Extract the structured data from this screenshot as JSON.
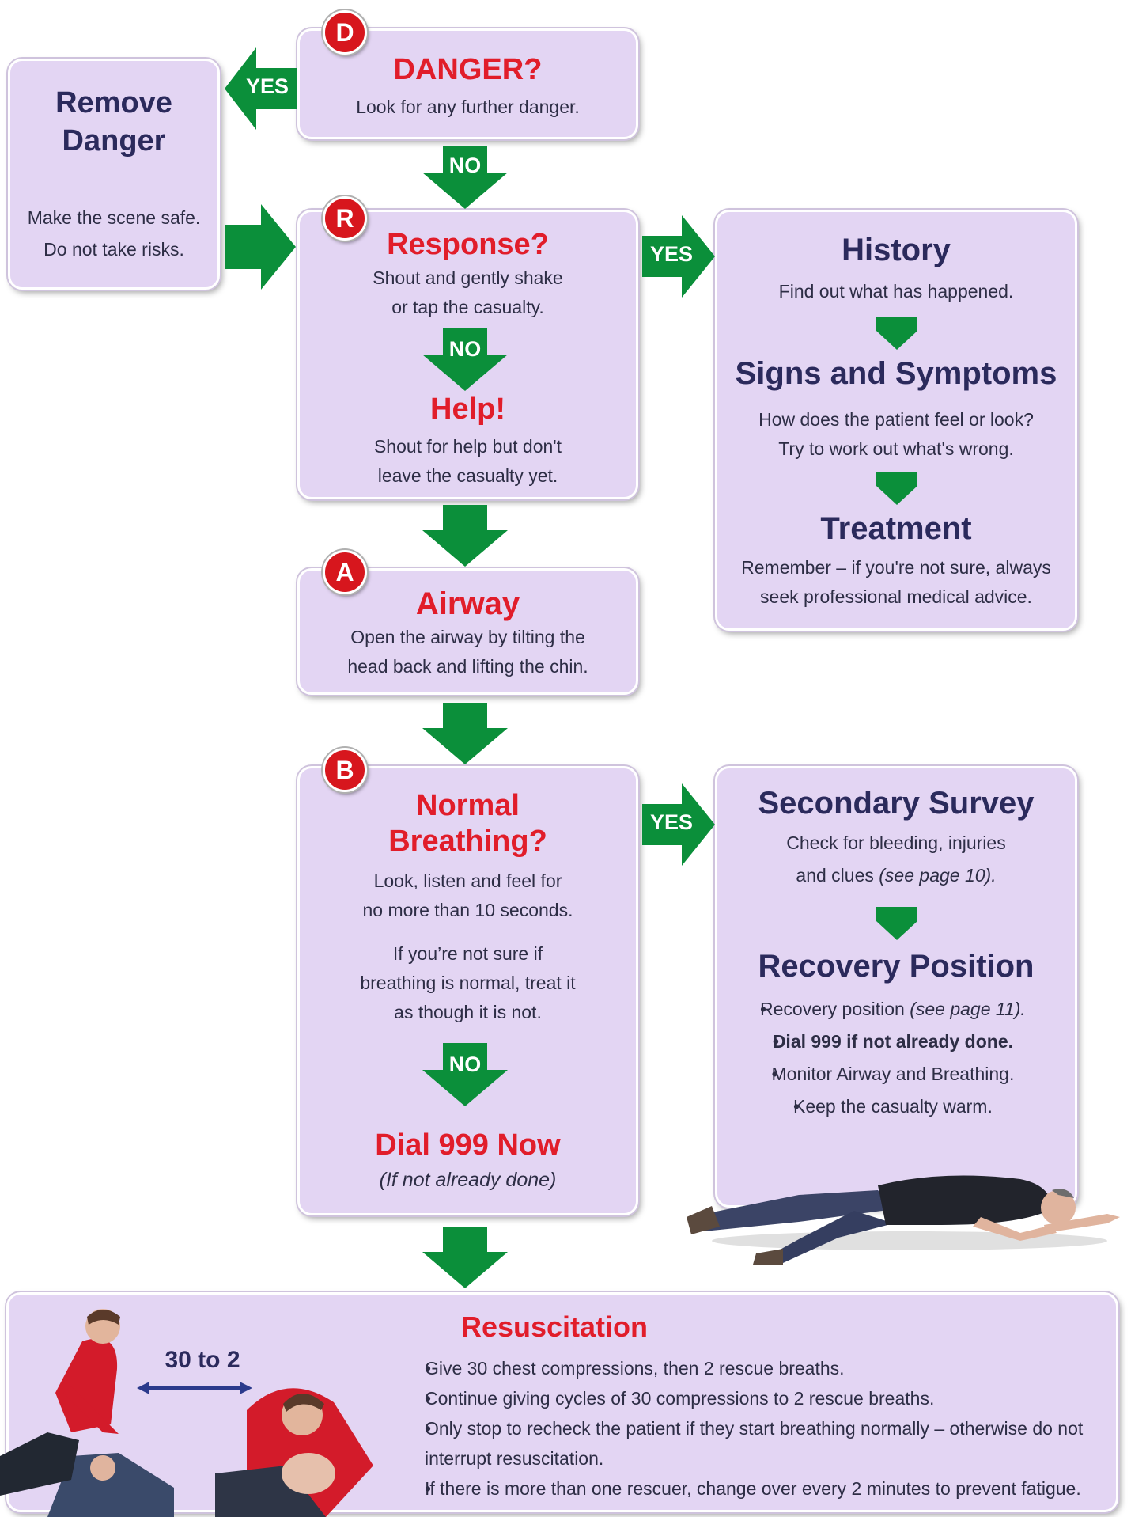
{
  "danger": {
    "badge": "D",
    "title": "DANGER?",
    "text": "Look for any further danger."
  },
  "remove": {
    "title_line1": "Remove",
    "title_line2": "Danger",
    "text_line1": "Make the scene safe.",
    "text_line2": "Do not take risks."
  },
  "response": {
    "badge": "R",
    "title": "Response?",
    "text_line1": "Shout and gently shake",
    "text_line2": "or tap the casualty.",
    "help_title": "Help!",
    "help_line1": "Shout for help but don't",
    "help_line2": "leave the casualty yet."
  },
  "history": {
    "title": "History",
    "text": "Find out what has happened.",
    "signs_title": "Signs and Symptoms",
    "signs_line1": "How does the patient feel or look?",
    "signs_line2": "Try to work out what's wrong.",
    "treat_title": "Treatment",
    "treat_line1": "Remember – if you're not sure, always",
    "treat_line2": "seek professional medical advice."
  },
  "airway": {
    "badge": "A",
    "title": "Airway",
    "text_line1": "Open the airway by tilting the",
    "text_line2": "head back and lifting the chin."
  },
  "breathing": {
    "badge": "B",
    "title_line1": "Normal",
    "title_line2": "Breathing?",
    "text_line1": "Look, listen and feel for",
    "text_line2": "no more than 10 seconds.",
    "note_line1": "If you’re not sure if",
    "note_line2": "breathing is normal, treat it",
    "note_line3": "as though it is not.",
    "dial_title": "Dial 999 Now",
    "dial_sub": "(If not already done)"
  },
  "secondary": {
    "title": "Secondary Survey",
    "text_line1": "Check for bleeding, injuries",
    "text_line2_a": "and clues ",
    "text_line2_b": "(see page 10).",
    "recovery_title": "Recovery Position",
    "items": [
      {
        "a": "Recovery position ",
        "b": "(see page 11)."
      },
      {
        "a": "Dial 999 if not already done.",
        "b": ""
      },
      {
        "a": "Monitor Airway and Breathing.",
        "b": ""
      },
      {
        "a": "Keep the casualty warm.",
        "b": ""
      }
    ]
  },
  "resus": {
    "title": "Resuscitation",
    "ratio": "30 to 2",
    "items": [
      "Give 30 chest compressions, then 2 rescue breaths.",
      "Continue giving cycles of 30 compressions to 2 rescue breaths.",
      "Only stop to recheck the patient if they start breathing normally – otherwise do not interrupt resuscitation.",
      "If there is more than one rescuer, change over every 2 minutes to prevent fatigue."
    ]
  },
  "labels": {
    "yes": "YES",
    "no": "NO"
  },
  "colors": {
    "box": "#e3d5f3",
    "arrow": "#0b8f3a",
    "title_red": "#e11d2a",
    "title_navy": "#2b2a5c",
    "badge": "#d7161d"
  }
}
